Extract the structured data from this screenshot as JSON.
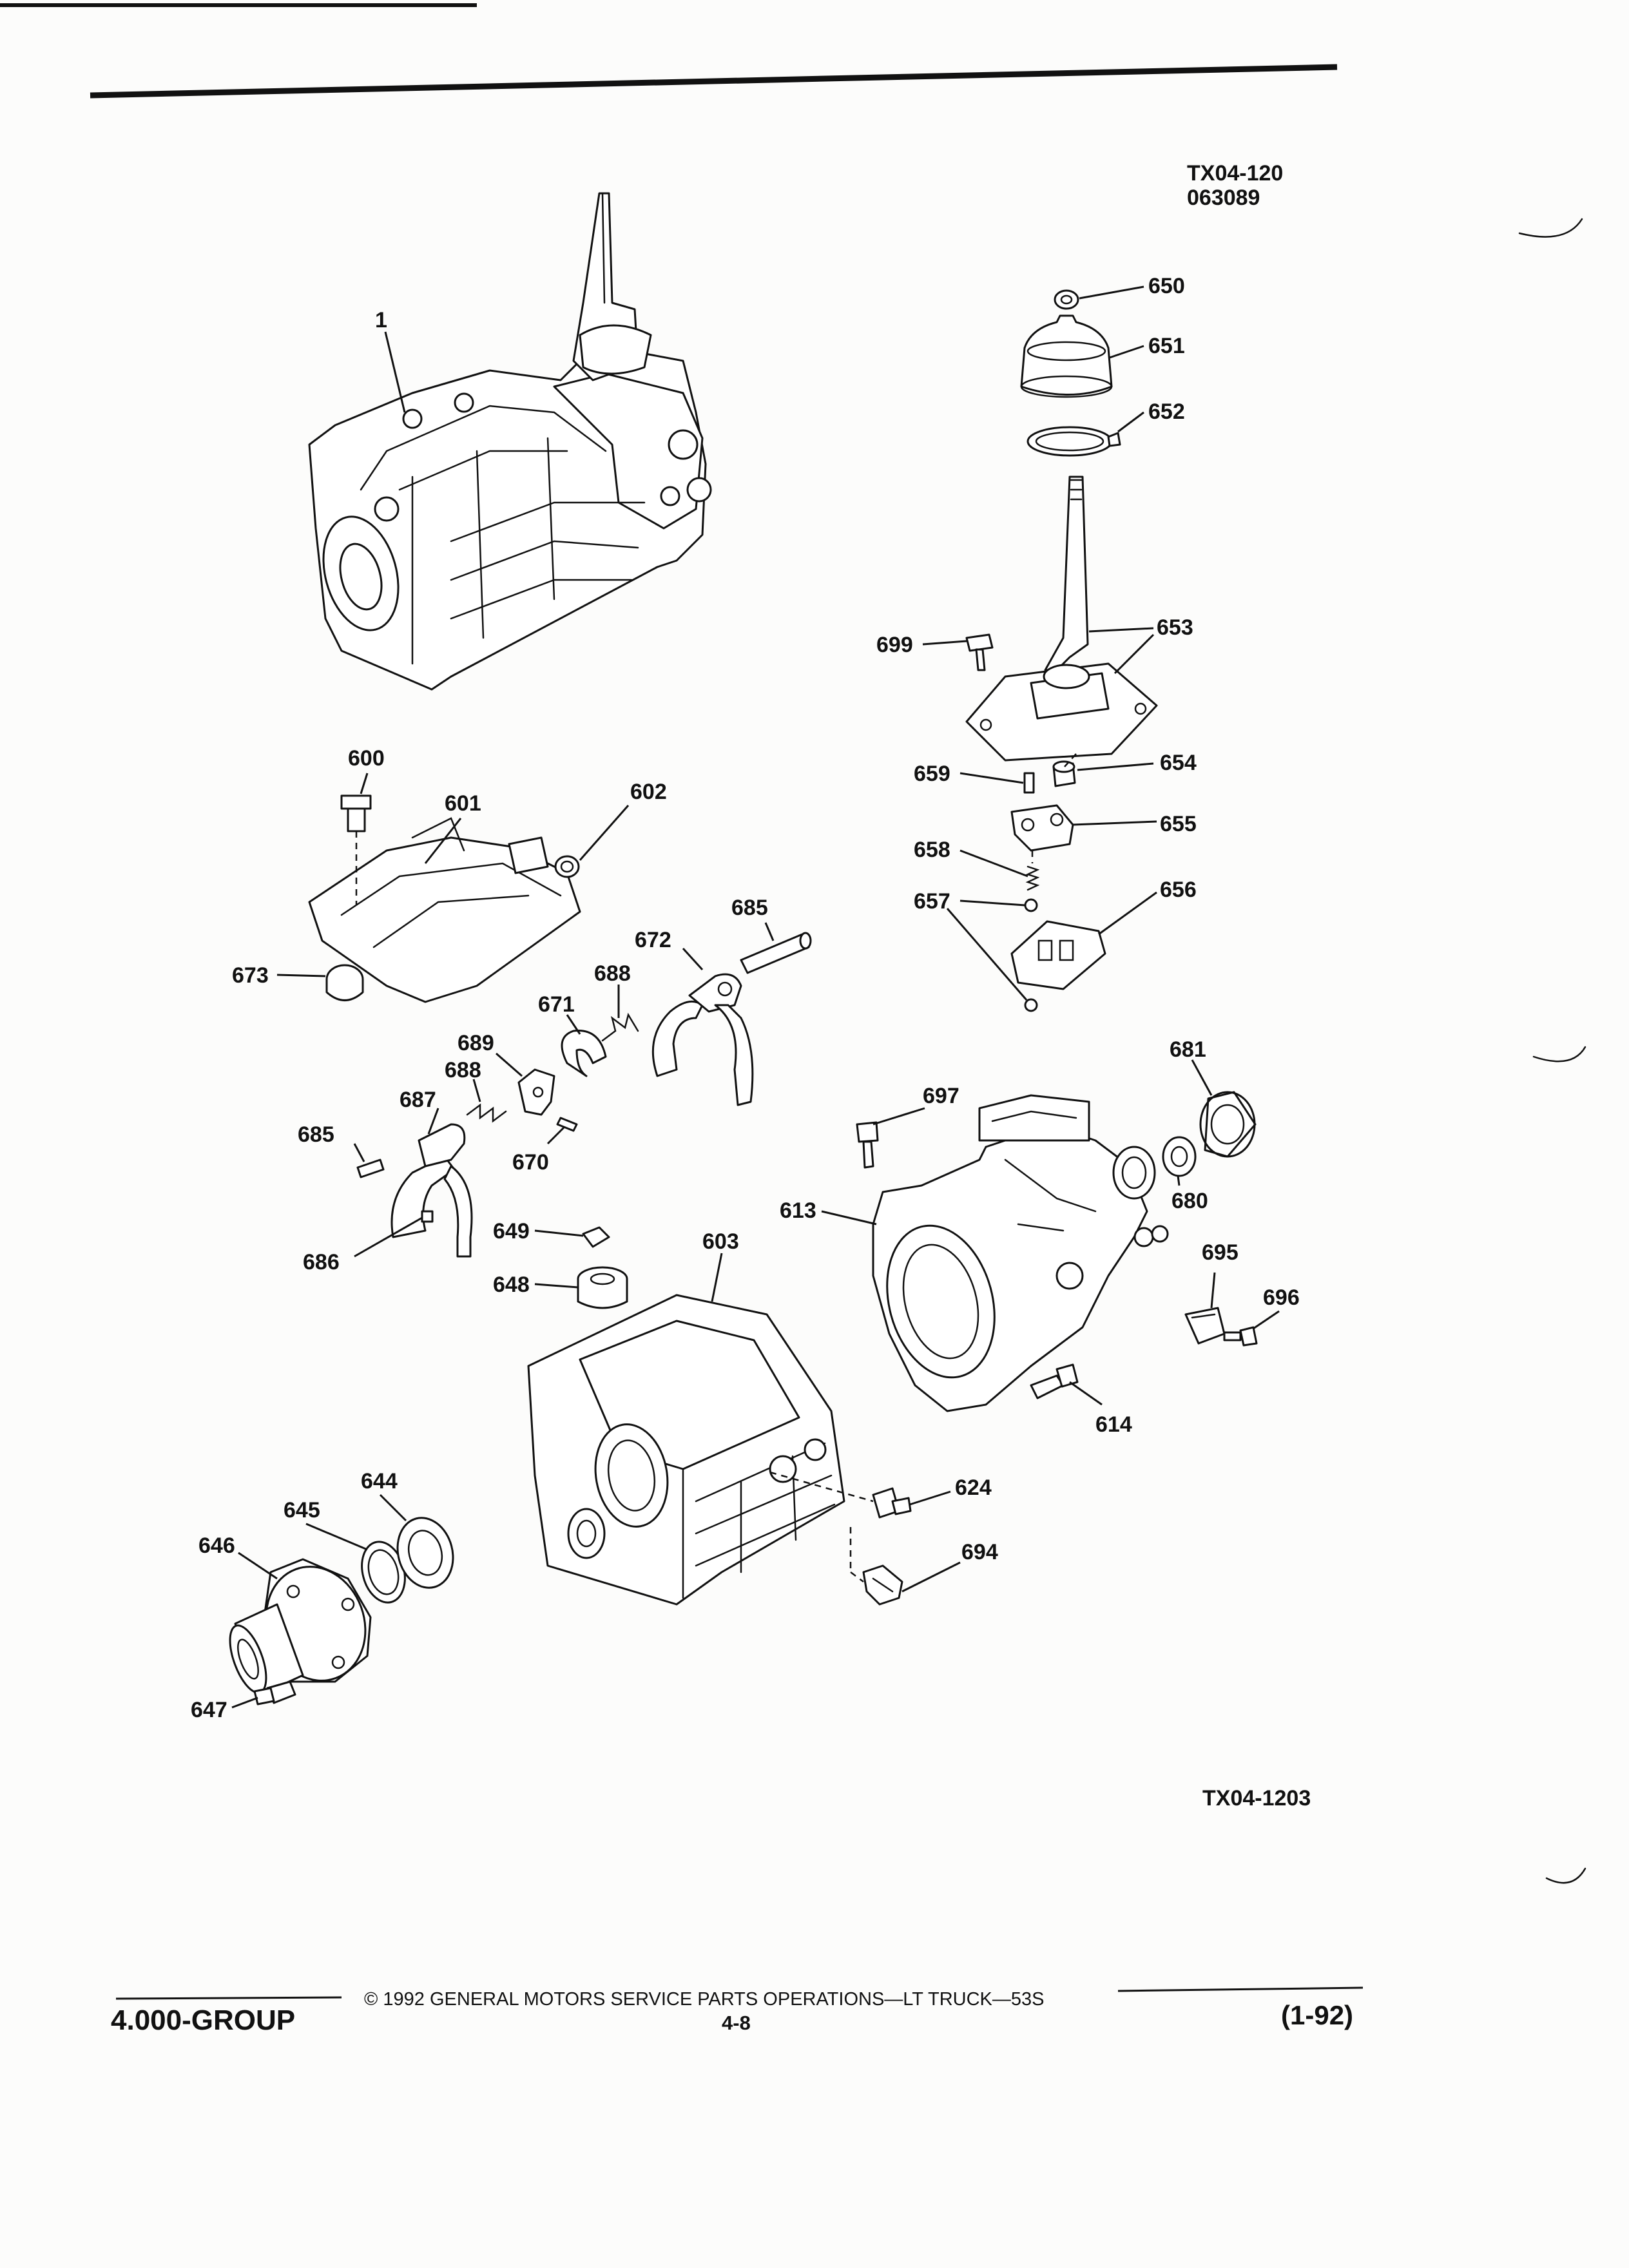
{
  "header": {
    "ref_code_top_line1": "TX04-120",
    "ref_code_top_line2": "063089",
    "ref_code_bottom": "TX04-1203"
  },
  "callouts": {
    "c1": "1",
    "c600": "600",
    "c601": "601",
    "c602": "602",
    "c673": "673",
    "c685a": "685",
    "c672": "672",
    "c688a": "688",
    "c671": "671",
    "c689": "689",
    "c688b": "688",
    "c687": "687",
    "c685b": "685",
    "c670": "670",
    "c686": "686",
    "c650": "650",
    "c651": "651",
    "c652": "652",
    "c653": "653",
    "c699": "699",
    "c654": "654",
    "c659": "659",
    "c655": "655",
    "c658": "658",
    "c657": "657",
    "c656": "656",
    "c681": "681",
    "c697": "697",
    "c680": "680",
    "c613": "613",
    "c695": "695",
    "c696": "696",
    "c614": "614",
    "c649": "649",
    "c603": "603",
    "c648": "648",
    "c644": "644",
    "c645": "645",
    "c646": "646",
    "c647": "647",
    "c624": "624",
    "c694": "694"
  },
  "footer": {
    "group": "4.000-GROUP",
    "copyright": "©  1992  GENERAL MOTORS SERVICE PARTS OPERATIONS—LT TRUCK—53S",
    "page_number": "4-8",
    "date": "(1-92)"
  }
}
